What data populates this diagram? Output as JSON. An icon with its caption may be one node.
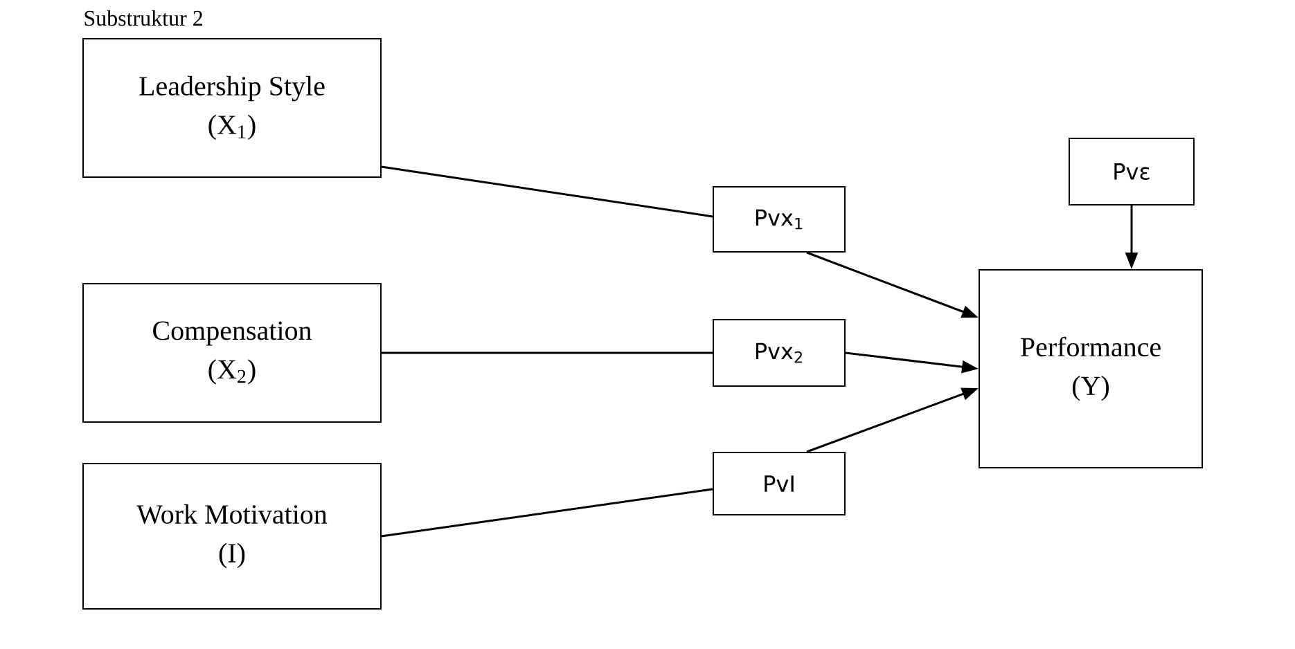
{
  "diagram": {
    "title": "Substruktur 2",
    "nodes": [
      {
        "text": [
          "Leadership Style",
          "(X$_{1}$)"
        ]
      },
      {
        "text": [
          "Compensation",
          "(X$_{2}$)"
        ]
      },
      {
        "text": [
          "Work Motivation",
          "(I)"
        ]
      },
      {
        "text": [
          "Performance",
          "(Y)"
        ]
      },
      {
        "text": [
          "Pvε"
        ]
      },
      {
        "text": [
          "Pvx$_{1}$"
        ]
      },
      {
        "text": [
          "Pvx$_{2}$"
        ]
      },
      {
        "text": [
          "PvI"
        ]
      }
    ],
    "edges": [
      {
        "from": 0,
        "to": 5,
        "arrow": "none"
      },
      {
        "from": 5,
        "to": 3,
        "arrow": "to"
      },
      {
        "from": 1,
        "to": 6,
        "arrow": "none"
      },
      {
        "from": 6,
        "to": 3,
        "arrow": "to"
      },
      {
        "from": 2,
        "to": 7,
        "arrow": "none"
      },
      {
        "from": 7,
        "to": 3,
        "arrow": "to"
      },
      {
        "from": 4,
        "to": 3,
        "arrow": "to"
      }
    ]
  }
}
